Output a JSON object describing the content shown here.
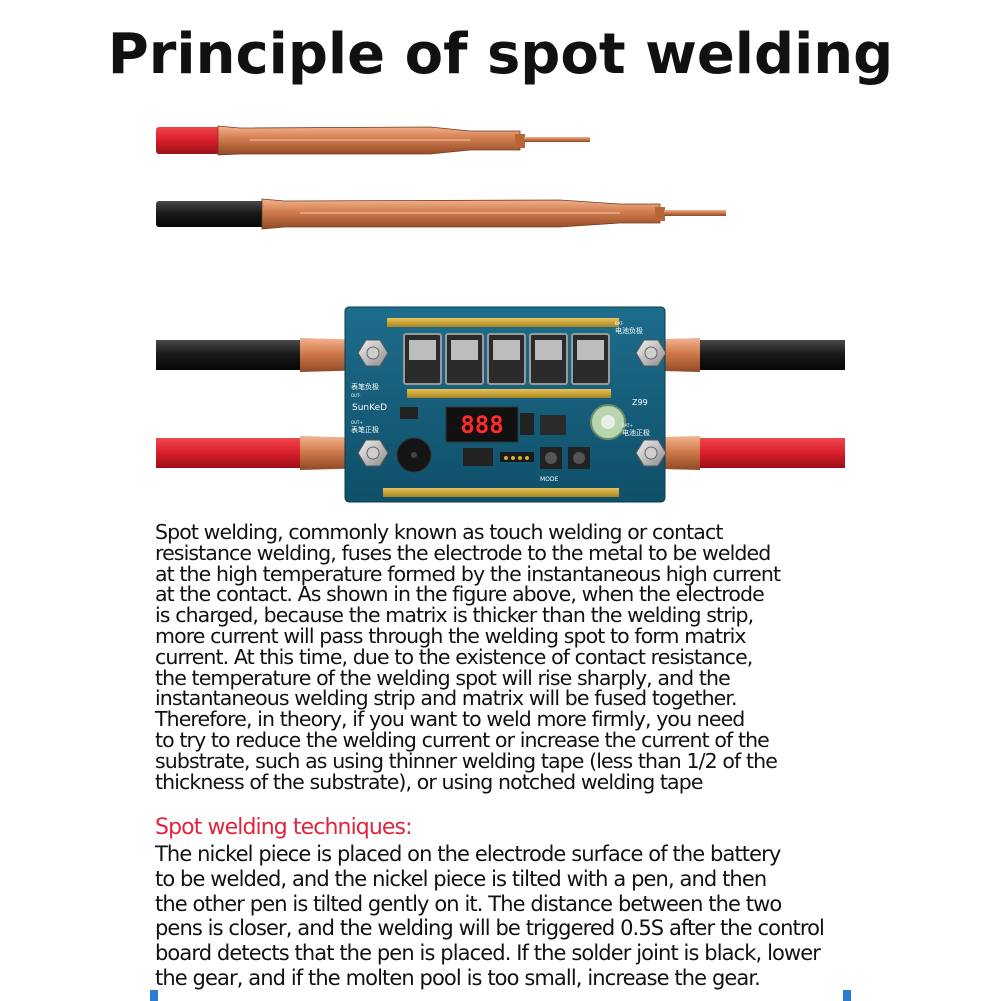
{
  "title": "Principle of spot welding",
  "board": {
    "brand": "SunKeD",
    "model": "Z99",
    "display": "888",
    "label_pen_negative": "表笔负极",
    "label_pen_negative_sub": "OUT-",
    "label_pen_positive": "表笔正极",
    "label_pen_positive_sub": "OUT+",
    "label_battery_negative": "电池负极",
    "label_battery_negative_sub": "BAT-",
    "label_battery_positive": "电池正极",
    "label_battery_positive_sub": "BAT+",
    "label_mode": "MODE"
  },
  "principle_lines": [
    "Spot welding, commonly known as touch welding or contact",
    "resistance welding, fuses the electrode to the metal to be welded",
    "at the high temperature formed by the instantaneous high current",
    " at the contact. As shown in the figure above, when the electrode",
    "is charged, because the matrix is thicker than the welding strip,",
    "more current will pass through the welding spot to form matrix",
    "current. At this time, due to the existence of contact resistance,",
    "the temperature of the welding spot will rise sharply, and the",
    "instantaneous welding strip and matrix will be fused together.",
    "Therefore, in theory, if you want to weld more firmly, you need",
    "to try to reduce the welding current or increase the current of the",
    " substrate, such as using thinner welding tape (less than 1/2 of the",
    "thickness of the substrate), or using notched welding tape"
  ],
  "techniques_heading": "Spot welding techniques:",
  "techniques_lines": [
    "The nickel piece is placed on the electrode surface of the battery",
    "to be welded, and the nickel piece is tilted with a pen, and then",
    "the other pen is tilted gently on it. The distance between the two",
    " pens is closer, and the welding will be triggered 0.5S after the control",
    "board detects that the pen is placed. If the solder joint is black, lower",
    " the gear, and if the molten pool is too small, increase the gear."
  ]
}
